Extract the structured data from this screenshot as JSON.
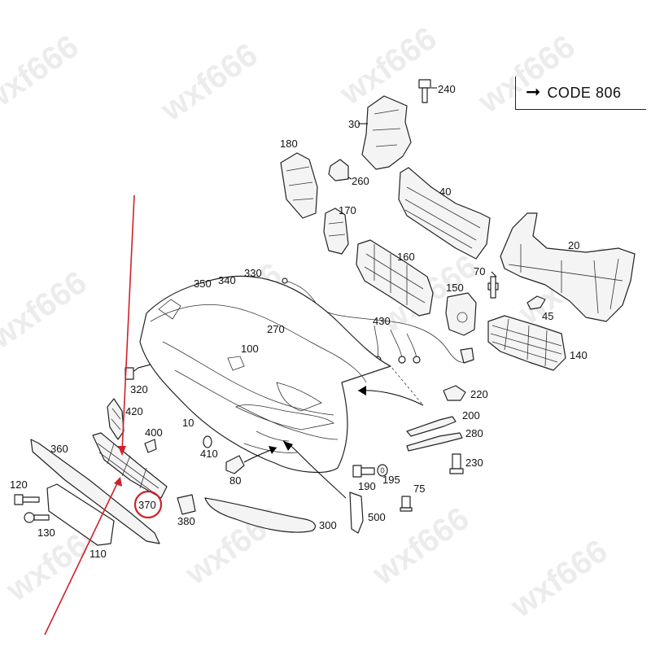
{
  "code_label": "CODE  806",
  "code_arrow": "➞",
  "watermark": "wxf666",
  "callouts": {
    "c10": "10",
    "c20": "20",
    "c30": "30",
    "c40": "40",
    "c45": "45",
    "c70": "70",
    "c75": "75",
    "c80": "80",
    "c100": "100",
    "c110": "110",
    "c120": "120",
    "c130": "130",
    "c140": "140",
    "c150": "150",
    "c160": "160",
    "c170": "170",
    "c180": "180",
    "c190": "190",
    "c195": "195",
    "c200": "200",
    "c220": "220",
    "c230": "230",
    "c240": "240",
    "c260": "260",
    "c270": "270",
    "c280": "280",
    "c300": "300",
    "c320": "320",
    "c330": "330",
    "c340": "340",
    "c350": "350",
    "c360": "360",
    "c370": "370",
    "c380": "380",
    "c400": "400",
    "c410": "410",
    "c420": "420",
    "c430": "430",
    "c500": "500"
  },
  "highlight": {
    "part": "370",
    "color": "#d0202a"
  }
}
